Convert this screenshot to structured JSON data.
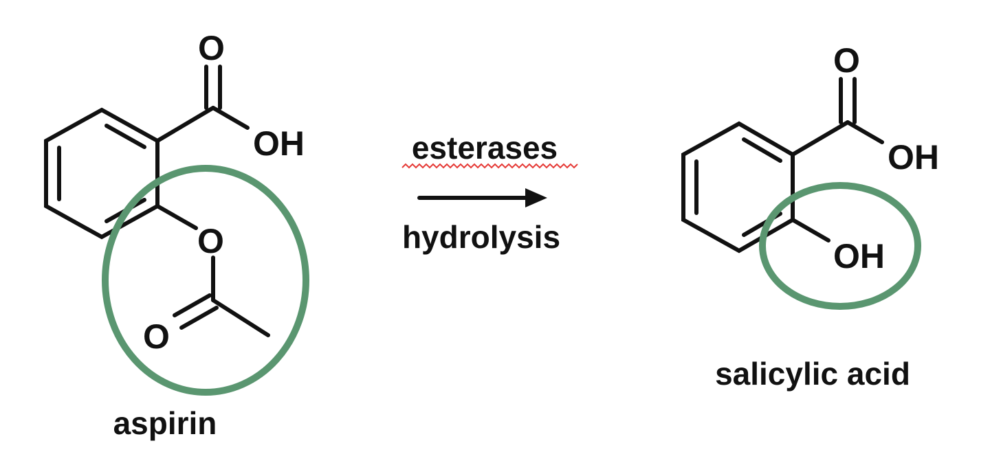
{
  "reaction": {
    "reagent_above": "esterases",
    "reagent_below": "hydrolysis"
  },
  "aspirin": {
    "name": "aspirin",
    "carboxyl_O": "O",
    "carboxyl_OH": "OH",
    "ester_O": "O",
    "acyl_O": "O"
  },
  "salicylic_acid": {
    "name": "salicylic acid",
    "carboxyl_O": "O",
    "carboxyl_OH": "OH",
    "phenol_OH": "OH"
  },
  "colors": {
    "highlight": "#5a9670",
    "spellcheck": "#e53935",
    "ink": "#111111"
  }
}
